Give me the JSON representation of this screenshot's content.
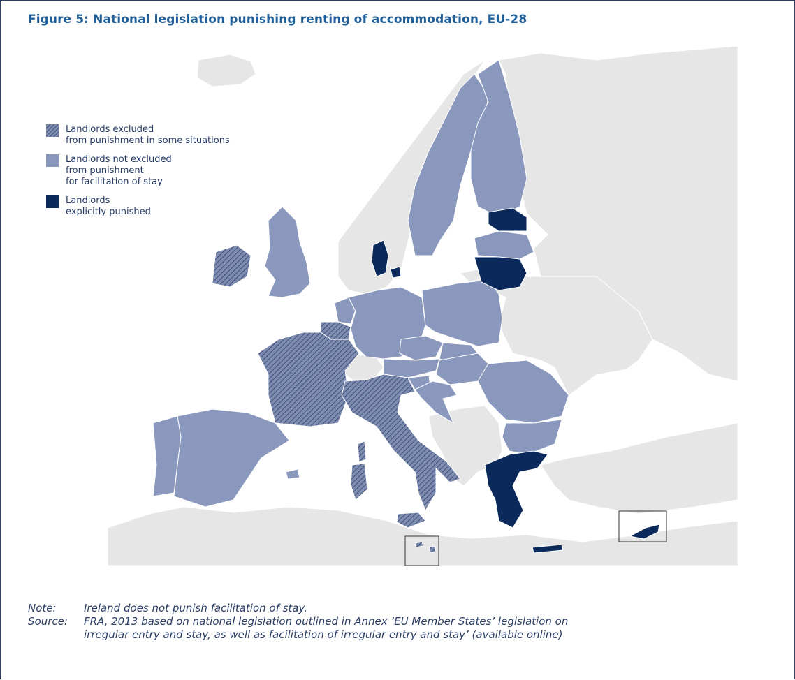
{
  "figure": {
    "title": "Figure 5: National legislation punishing renting of accommodation, EU-28"
  },
  "colors": {
    "hatched": "#7e8cb0",
    "hatch_line": "#2c3d6b",
    "light": "#8b98bd",
    "dark": "#0b2a5b",
    "land_other": "#e6e6e6",
    "sea": "#ffffff",
    "frame": "#2a3e68",
    "title": "#1f5f9a"
  },
  "legend": {
    "items": [
      {
        "lines": [
          "Landlords excluded",
          "from punishment in some situations"
        ],
        "category": "hatched"
      },
      {
        "lines": [
          "Landlords not excluded",
          "from punishment",
          "for facilitation of stay"
        ],
        "category": "light"
      },
      {
        "lines": [
          "Landlords",
          "explicitly punished"
        ],
        "category": "dark"
      }
    ]
  },
  "map": {
    "categories": {
      "hatched": [
        "Ireland",
        "France",
        "Italy",
        "Belgium",
        "Luxembourg",
        "Malta"
      ],
      "light": [
        "United Kingdom",
        "Portugal",
        "Spain",
        "Netherlands",
        "Germany",
        "Poland",
        "Czech Republic",
        "Slovakia",
        "Austria",
        "Hungary",
        "Slovenia",
        "Croatia",
        "Romania",
        "Bulgaria",
        "Sweden",
        "Finland",
        "Latvia"
      ],
      "dark": [
        "Estonia",
        "Lithuania",
        "Denmark",
        "Greece",
        "Cyprus"
      ]
    }
  },
  "notes": {
    "note_label": "Note:",
    "note_text": "Ireland does not punish facilitation of stay.",
    "source_label": "Source:",
    "source_line1": "FRA, 2013 based on national legislation outlined in Annex ‘EU Member States’ legislation on",
    "source_line2": "irregular entry and stay, as well as facilitation of irregular entry and stay’ (available online)"
  }
}
